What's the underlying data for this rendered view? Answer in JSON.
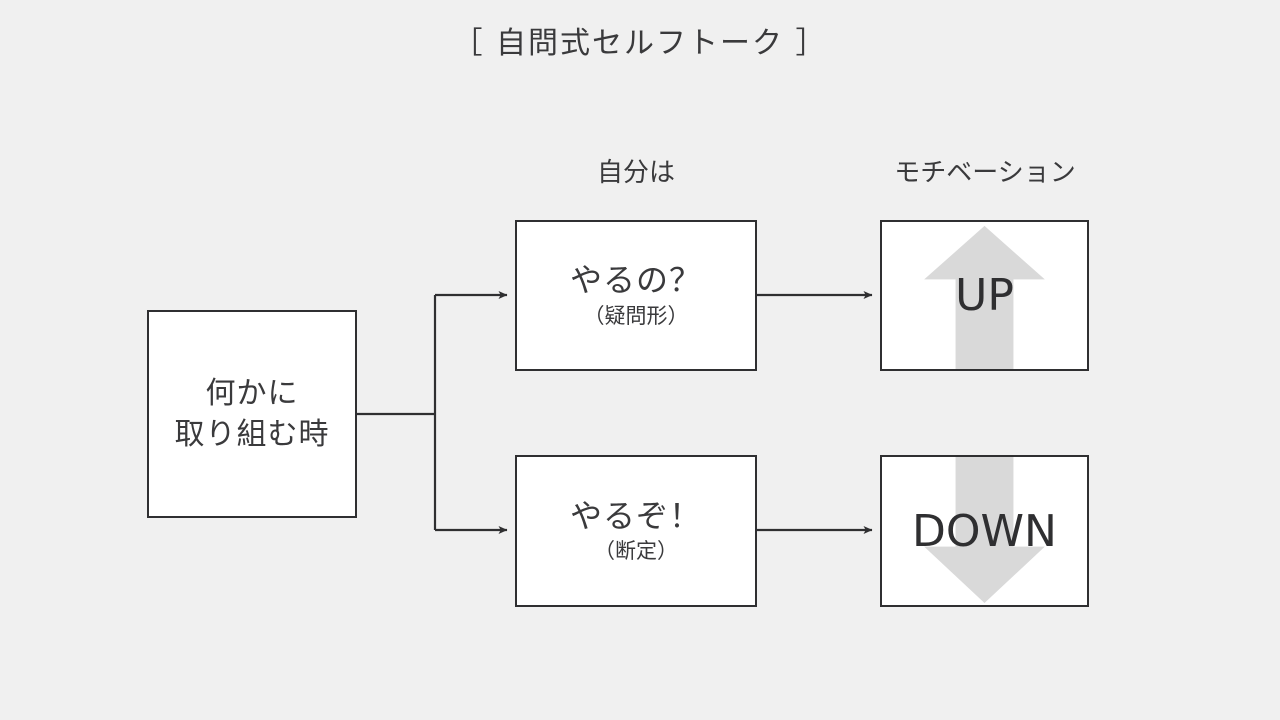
{
  "title": "［ 自問式セルフトーク ］",
  "columns": {
    "self": "自分は",
    "motivation": "モチベーション"
  },
  "start_box": {
    "line1": "何かに",
    "line2": "取り組む時"
  },
  "branches": [
    {
      "id": "question",
      "main": "やるの？",
      "sub": "（疑問形）",
      "result_label": "UP",
      "arrow_icon": "arrow-up-icon"
    },
    {
      "id": "assertion",
      "main": "やるぞ！",
      "sub": "（断定）",
      "result_label": "DOWN",
      "arrow_icon": "arrow-down-icon"
    }
  ],
  "colors": {
    "background": "#f0f0f0",
    "box_fill": "#ffffff",
    "box_border": "#2f2f31",
    "text": "#3a3a3c",
    "arrow_glyph_fill": "#d9d9d9",
    "connector": "#2f2f31"
  }
}
